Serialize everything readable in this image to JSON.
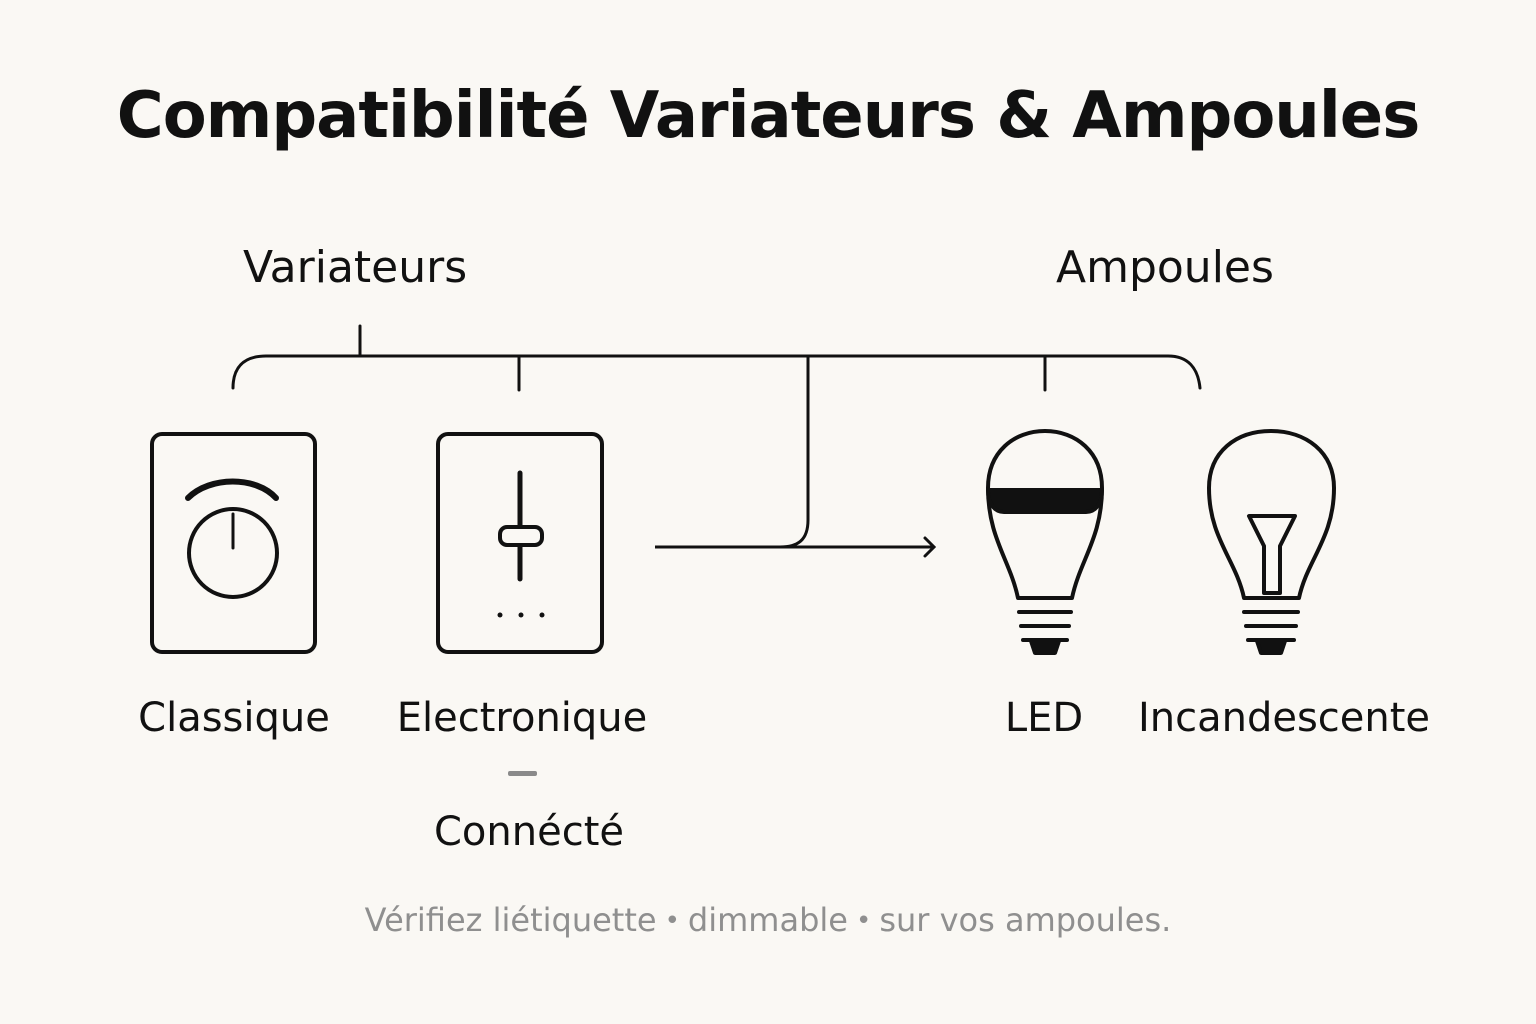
{
  "title": "Compatibilité Variateurs & Ampoules",
  "groups": {
    "dimmers": {
      "label": "Variateurs"
    },
    "bulbs": {
      "label": "Ampoules"
    }
  },
  "items": {
    "classique": {
      "label": "Classique",
      "icon": "rotary-dimmer-icon"
    },
    "electronique": {
      "label": "Electronique",
      "icon": "slider-dimmer-icon"
    },
    "connecte": {
      "label": "Connécté"
    },
    "led": {
      "label": "LED",
      "icon": "led-bulb-icon"
    },
    "incandescente": {
      "label": "Incandescente",
      "icon": "incandescent-bulb-icon"
    }
  },
  "footer": {
    "part1": "Vérifiez liétiquette",
    "bullet": "•",
    "part2": "dimmable",
    "part3": "sur vos ampoules."
  },
  "colors": {
    "background": "#faf8f4",
    "stroke": "#111111",
    "muted": "#8f8f8f"
  }
}
